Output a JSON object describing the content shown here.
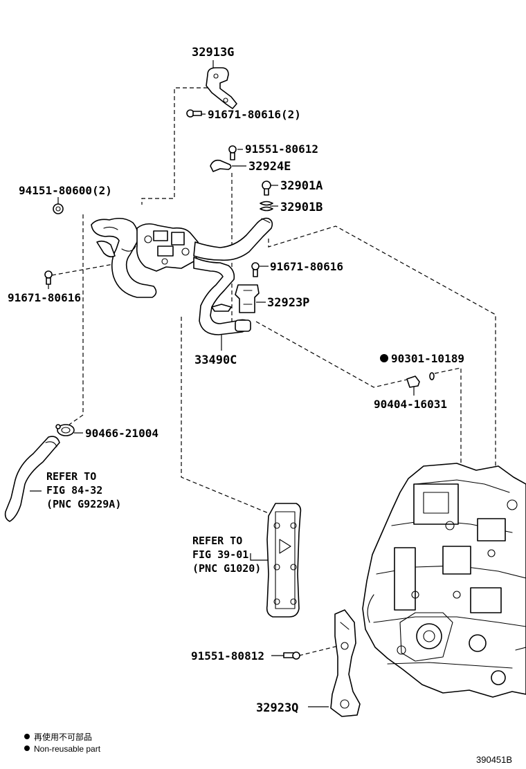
{
  "part_labels": [
    {
      "id": "32913G",
      "text": "32913G"
    },
    {
      "id": "91671-80616-2",
      "text": "91671-80616(2)"
    },
    {
      "id": "91551-80612",
      "text": "91551-80612"
    },
    {
      "id": "32924E",
      "text": "32924E"
    },
    {
      "id": "94151-80600-2",
      "text": "94151-80600(2)"
    },
    {
      "id": "32901A",
      "text": "32901A"
    },
    {
      "id": "32901B",
      "text": "32901B"
    },
    {
      "id": "91671-80616-a",
      "text": "91671-80616"
    },
    {
      "id": "91671-80616-b",
      "text": "91671-80616"
    },
    {
      "id": "32923P",
      "text": "32923P"
    },
    {
      "id": "33490C",
      "text": "33490C"
    },
    {
      "id": "90301-10189",
      "text": "90301-10189"
    },
    {
      "id": "90404-16031",
      "text": "90404-16031"
    },
    {
      "id": "90466-21004",
      "text": "90466-21004"
    },
    {
      "id": "91551-80812",
      "text": "91551-80812"
    },
    {
      "id": "32923Q",
      "text": "32923Q"
    }
  ],
  "refer_blocks": [
    {
      "line1": "REFER TO",
      "line2": "FIG 84-32",
      "line3": "(PNC G9229A)"
    },
    {
      "line1": "REFER TO",
      "line2": "FIG 39-01",
      "line3": "(PNC G1020)"
    }
  ],
  "legend": {
    "line_cjk": "再使用不可部品",
    "line_en": "Non-reusable part"
  },
  "figure_id": "390451B"
}
